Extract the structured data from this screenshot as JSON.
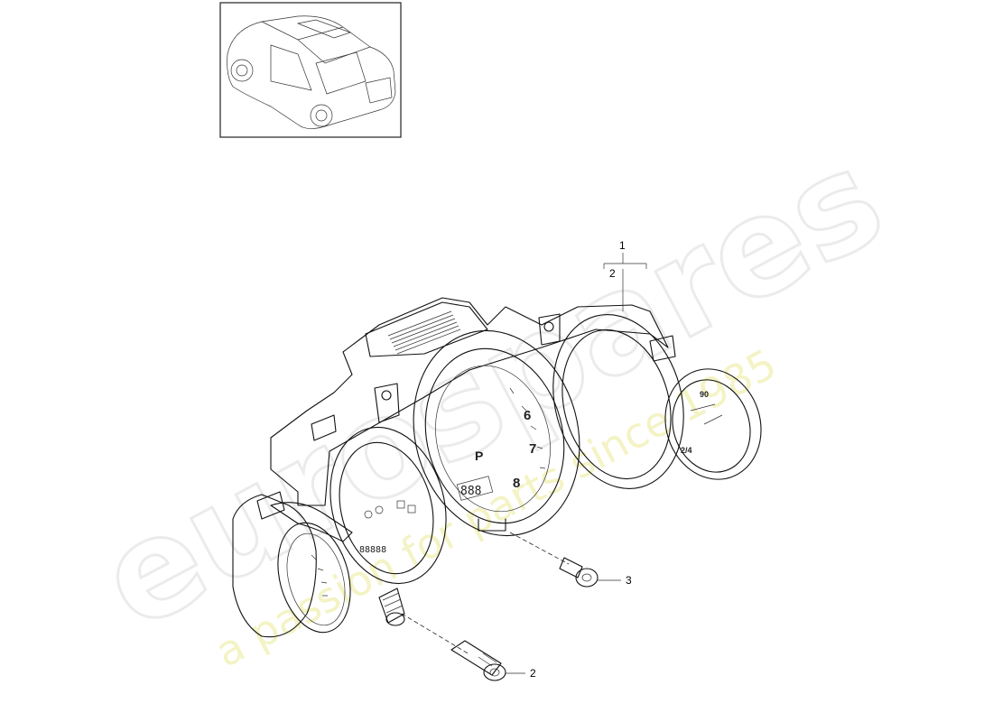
{
  "watermark": {
    "brand": "eurospares",
    "tagline": "a passion for parts since 1985"
  },
  "callouts": [
    {
      "id": "1",
      "label": "1"
    },
    {
      "id": "2",
      "label": "2"
    },
    {
      "id": "2b",
      "label": "2"
    },
    {
      "id": "3",
      "label": "3"
    }
  ],
  "gauges": {
    "tach_digits": [
      "6",
      "7",
      "8"
    ],
    "gear": "P",
    "odo": "888",
    "trip": "88888",
    "speedo_top": "90",
    "speedo_side": "2/4"
  }
}
